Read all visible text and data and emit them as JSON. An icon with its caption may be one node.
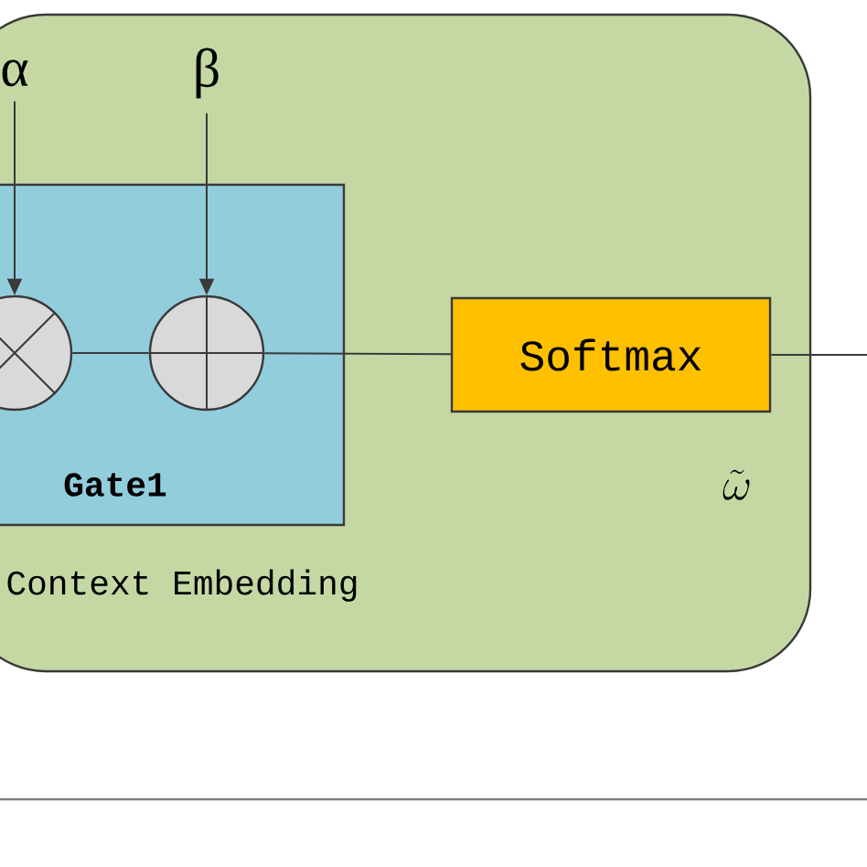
{
  "diagram": {
    "nodes": [
      {
        "text": [
          "Context Embedding"
        ]
      },
      {
        "text": [
          "Gate1"
        ],
        "in": 0
      },
      {
        "text": [],
        "shape": "circle",
        "in": 1
      },
      {
        "text": [],
        "shape": "circle",
        "in": 1
      },
      {
        "text": [
          "Softmax"
        ],
        "in": 0
      },
      {
        "text": [
          "α"
        ],
        "in": 0
      },
      {
        "text": [
          "β"
        ],
        "in": 0
      }
    ],
    "edges": [
      {
        "from": 5,
        "to": 2,
        "arrow": "to"
      },
      {
        "from": 6,
        "to": 3,
        "arrow": "to"
      },
      {
        "from": 2,
        "to": 3,
        "arrow": "none"
      },
      {
        "from": 3,
        "to": 4,
        "arrow": "none"
      },
      {
        "from": 4,
        "to": null,
        "arrow": "none"
      }
    ],
    "labels": [
      "\\tilde{\\omega}"
    ]
  }
}
